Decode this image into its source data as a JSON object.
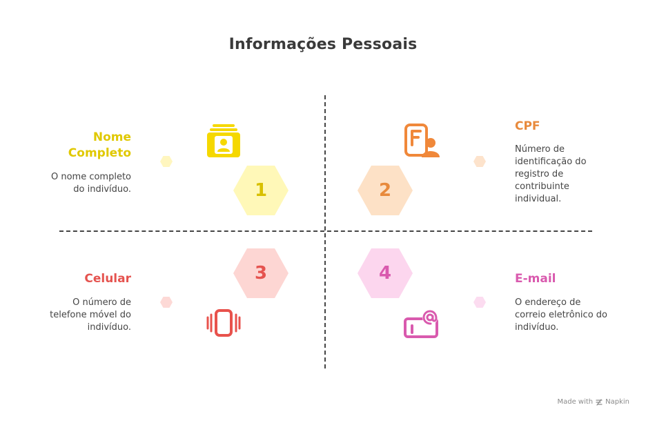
{
  "title": "Informações Pessoais",
  "items": [
    {
      "number": "1",
      "heading_lines": [
        "Nome",
        "Completo"
      ],
      "description_lines": [
        "O nome completo",
        "do indivíduo."
      ],
      "icon": "id-card-icon",
      "color": "#e0c800"
    },
    {
      "number": "2",
      "heading_lines": [
        "CPF"
      ],
      "description_lines": [
        "Número de",
        "identificação do",
        "registro de",
        "contribuinte",
        "individual."
      ],
      "icon": "tax-id-person-icon",
      "color": "#e88a3c"
    },
    {
      "number": "3",
      "heading_lines": [
        "Celular"
      ],
      "description_lines": [
        "O número de",
        "telefone móvel do",
        "indivíduo."
      ],
      "icon": "vibrating-phone-icon",
      "color": "#e5534f"
    },
    {
      "number": "4",
      "heading_lines": [
        "E-mail"
      ],
      "description_lines": [
        "O endereço de",
        "correio eletrônico do",
        "indivíduo."
      ],
      "icon": "email-at-icon",
      "color": "#d95aae"
    }
  ],
  "footer": {
    "made_with": "Made with",
    "brand": "Napkin"
  }
}
